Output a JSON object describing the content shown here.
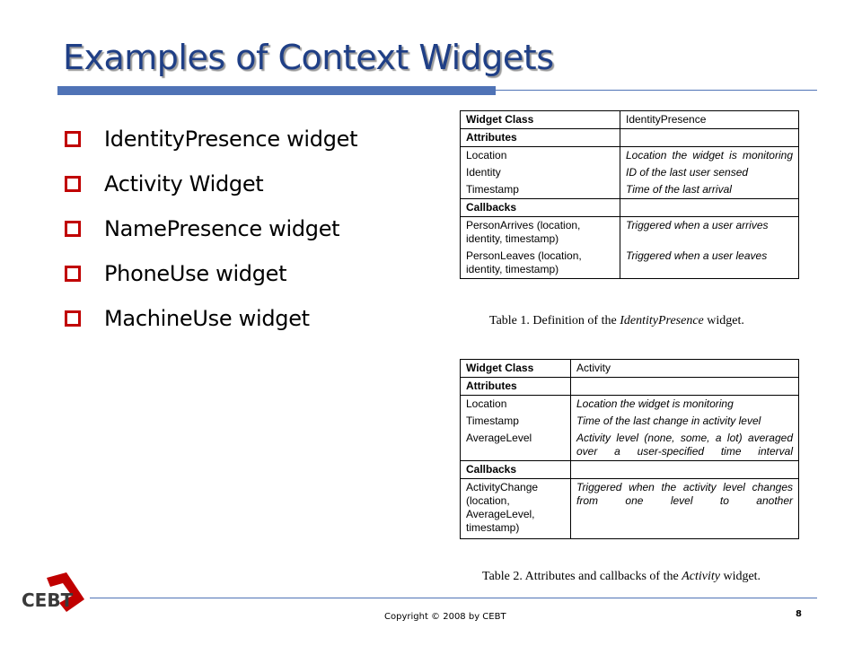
{
  "slide": {
    "title": "Examples of Context Widgets",
    "bullets": [
      "IdentityPresence widget",
      "Activity Widget",
      "NamePresence widget",
      "PhoneUse widget",
      "MachineUse widget"
    ]
  },
  "table1": {
    "widget_class_label": "Widget Class",
    "widget_class_value": "IdentityPresence",
    "attributes_label": "Attributes",
    "attributes": [
      {
        "name": "Location",
        "desc": "Location the widget is monitoring"
      },
      {
        "name": "Identity",
        "desc": "ID of the last user sensed"
      },
      {
        "name": "Timestamp",
        "desc": "Time of the last arrival"
      }
    ],
    "callbacks_label": "Callbacks",
    "callbacks": [
      {
        "name": "PersonArrives (location, identity, timestamp)",
        "desc": "Triggered when a user arrives"
      },
      {
        "name": "PersonLeaves (location, identity, timestamp)",
        "desc": "Triggered when a user leaves"
      }
    ],
    "caption_prefix": "Table 1. Definition of the ",
    "caption_italic": "IdentityPresence",
    "caption_suffix": " widget."
  },
  "table2": {
    "widget_class_label": "Widget Class",
    "widget_class_value": "Activity",
    "attributes_label": "Attributes",
    "attributes": [
      {
        "name": "Location",
        "desc": "Location the widget is monitoring"
      },
      {
        "name": "Timestamp",
        "desc": "Time of the last change in activity level"
      },
      {
        "name": "AverageLevel",
        "desc": "Activity level (none, some, a lot) averaged over a user-specified time interval"
      }
    ],
    "callbacks_label": "Callbacks",
    "callbacks": [
      {
        "name": "ActivityChange (location, AverageLevel, timestamp)",
        "desc": "Triggered when the activity level changes from one level to another"
      }
    ],
    "caption_prefix": "Table 2. Attributes and callbacks of the ",
    "caption_italic": "Activity",
    "caption_suffix": " widget."
  },
  "footer": {
    "logo_text": "CEBT",
    "copyright": "Copyright © 2008 by CEBT",
    "page_number": "8"
  },
  "colors": {
    "title": "#1f3f86",
    "accent_bar": "#4f73b6",
    "bullet": "#c00000",
    "logo_red": "#c00000",
    "logo_dark": "#3a3a3a"
  }
}
